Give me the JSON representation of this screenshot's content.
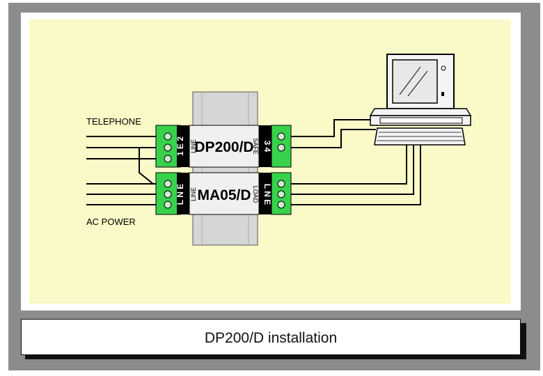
{
  "caption": "DP200/D installation",
  "labels": {
    "telephone": "TELEPHONE",
    "ac_power": "AC POWER"
  },
  "dp200": {
    "model": "DP200/D",
    "left_side": "LINE",
    "right_side": "SAFE",
    "left_terminals": "1 E 2",
    "right_terminals": "3 4"
  },
  "ma05": {
    "model": "MA05/D",
    "left_side": "LINE",
    "right_side": "LOAD",
    "left_terminals": "L N E",
    "right_terminals": "L N E"
  },
  "colors": {
    "background": "#fafac8",
    "terminal_green": "#37d24b",
    "module_gray": "#d9d9d9",
    "frame": "#8c8c8c"
  }
}
